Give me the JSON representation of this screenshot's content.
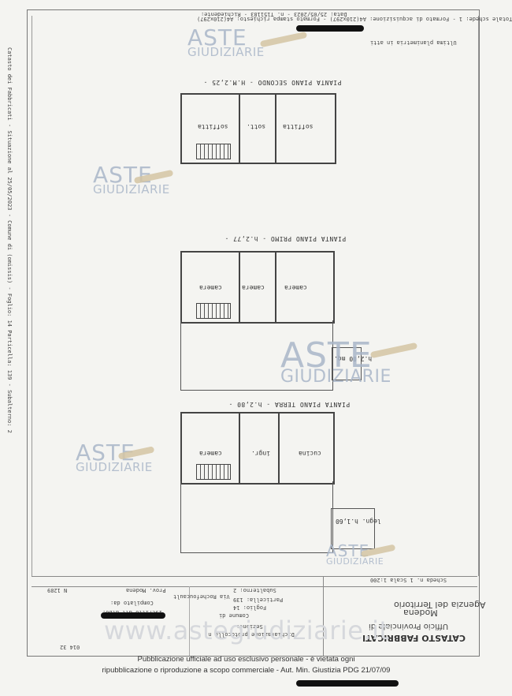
{
  "header": {
    "line1": "Data: 25/05/2023 - n. T151183 - Richiedente:",
    "line2": "Totale schede: 1 - Formato di acquisizione: A4(210x297) - Formato stampa richiesto: A4(210x297)",
    "line3": "Ultima planimetria in atti"
  },
  "left_margin": {
    "text": "Catasto dei Fabbricati - Situazione al 25/05/2023 - Comune di (omissis) - Foglio: 14 Particella: 139 - Subalterno: 2"
  },
  "watermark": {
    "line1": "ASTE",
    "line2": "GIUDIZIARIE"
  },
  "plans": [
    {
      "title": "PIANTA PIANO SECONDO - H.M.2,25 -",
      "rooms": [
        "soffitta",
        "sott.",
        "soffitta"
      ]
    },
    {
      "title": "PIANTA PIANO PRIMO - h.2,77 -",
      "rooms": [
        "camera",
        "camera",
        "camera"
      ],
      "side_label": "h.2,00 mq."
    },
    {
      "title": "PIANTA PIANO TERRA - h.2,80 -",
      "rooms": [
        "camera",
        "ingr.",
        "cucina"
      ],
      "side_label": "legn. h.1,60"
    }
  ],
  "footer": {
    "scale_row": "Scheda n. 1   Scala 1:200",
    "agency": "Agenzia del Territorio",
    "cadastre": "CATASTO FABBRICATI",
    "office": "Ufficio Provinciale di",
    "city": "Modena",
    "declaration": "Dichiarazione protocollo n.",
    "comune": "Comune di",
    "sezione": "Sezione:",
    "foglio": "Foglio: 14",
    "particella": "Particella: 139",
    "subalterno": "Subalterno: 2",
    "via": "Via Rochefoucault",
    "prov": "Prov. Modena",
    "n_label": "N 1289",
    "compilato": "Compilato da:",
    "iscritto": "Iscritto all'albo:",
    "ref": "014 32",
    "site": "www.astegiudiziarie.it",
    "notice1": "Pubblicazione ufficiale ad uso esclusivo personale - è vietata ogni",
    "notice2": "ripubblicazione o riproduzione a scopo commerciale - Aut. Min. Giustizia PDG 21/07/09"
  }
}
